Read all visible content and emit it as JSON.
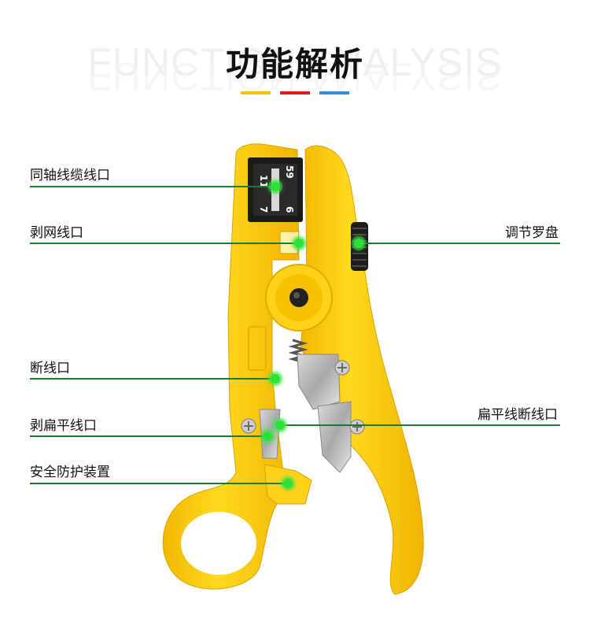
{
  "header": {
    "title": "功能解析",
    "background_text": "FUNCTION ANALYSIS",
    "accent_colors": [
      "#f5c400",
      "#d6201c",
      "#2f8ee0"
    ]
  },
  "tool": {
    "body_color": "#ffd21a",
    "die_numbers": [
      "11",
      "59",
      "7",
      "6"
    ]
  },
  "callouts": [
    {
      "label": "同轴线缆线口",
      "side": "left"
    },
    {
      "label": "剥网线口",
      "side": "left"
    },
    {
      "label": "调节罗盘",
      "side": "right"
    },
    {
      "label": "断线口",
      "side": "left"
    },
    {
      "label": "扁平线断线口",
      "side": "right"
    },
    {
      "label": "剥扁平线口",
      "side": "left"
    },
    {
      "label": "安全防护装置",
      "side": "left"
    }
  ],
  "colors": {
    "line": "#1e7a2c",
    "dot": "#2fe03a"
  }
}
